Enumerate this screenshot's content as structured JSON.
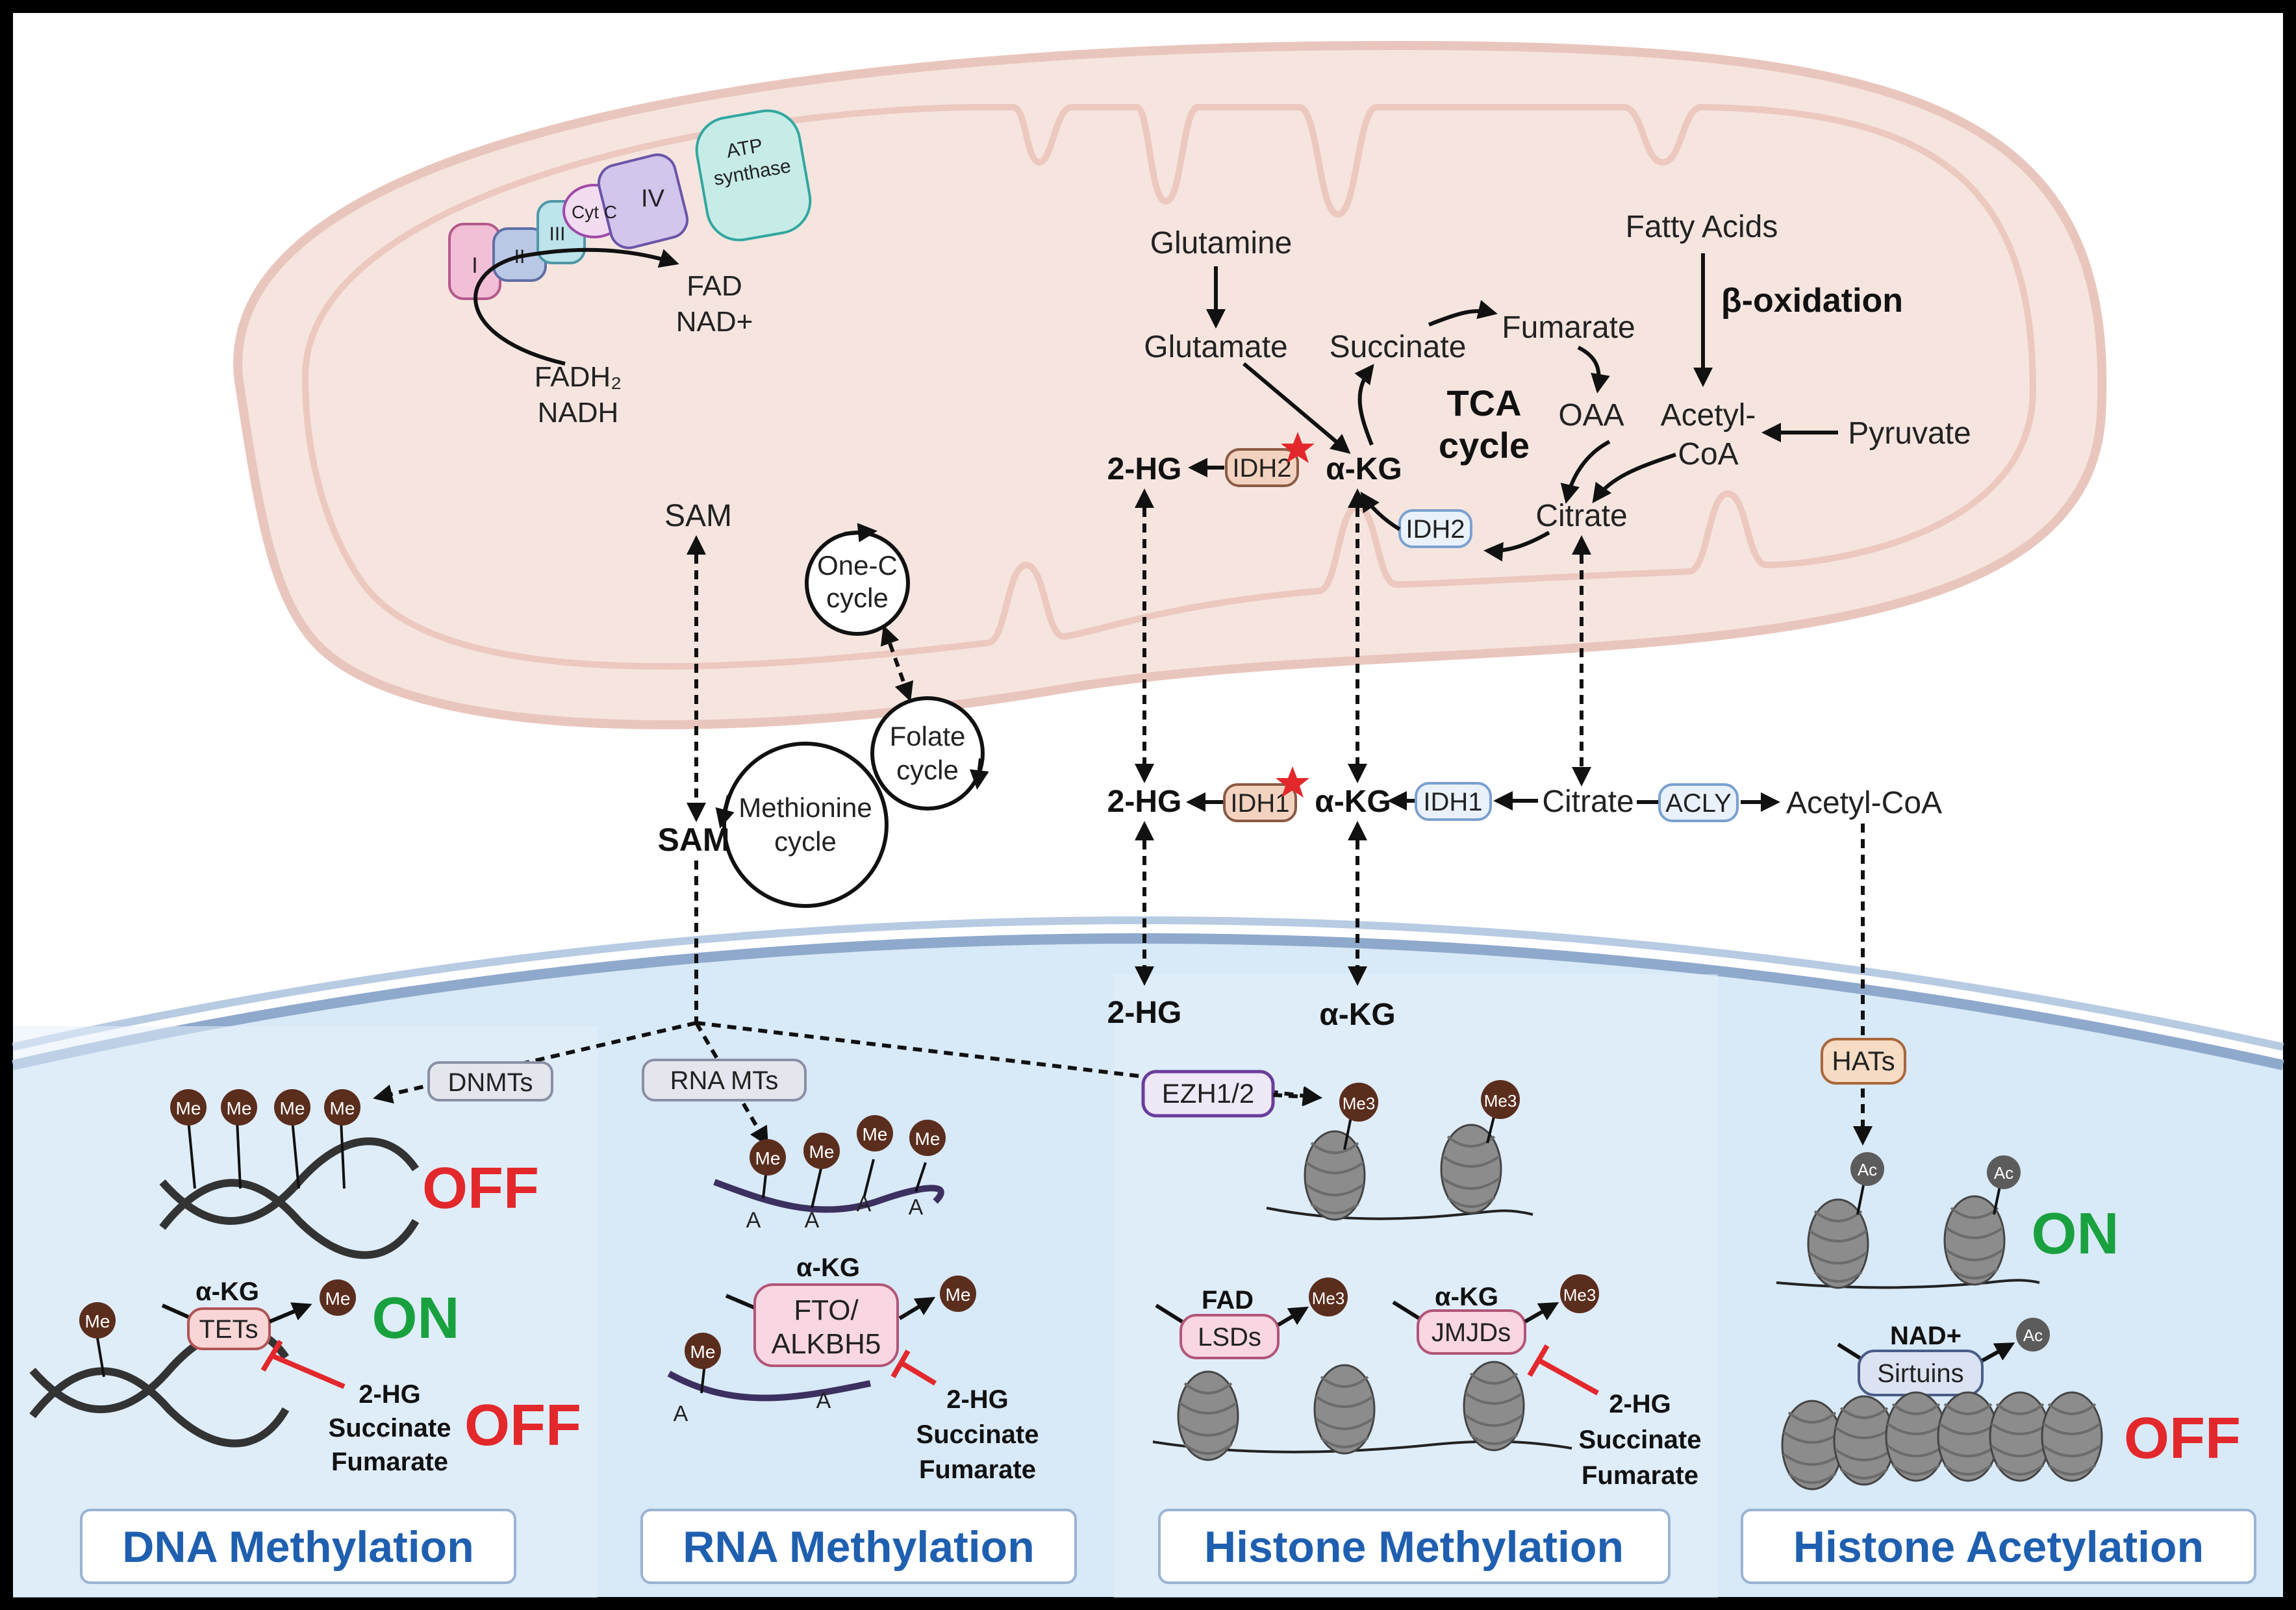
{
  "etc": {
    "complexes": [
      "I",
      "II",
      "III",
      "Cyt C",
      "IV"
    ],
    "atp": [
      "ATP",
      "synthase"
    ],
    "products": [
      "FAD",
      "NAD+"
    ],
    "substrates": [
      "FADH₂",
      "NADH"
    ]
  },
  "mito": {
    "glutamine": "Glutamine",
    "glutamate": "Glutamate",
    "succinate": "Succinate",
    "fumarate": "Fumarate",
    "fatty_acids": "Fatty Acids",
    "beta_ox": "β-oxidation",
    "tca1": "TCA",
    "tca2": "cycle",
    "oaa": "OAA",
    "acetyl1": "Acetyl-",
    "acetyl2": "CoA",
    "pyruvate": "Pyruvate",
    "two_hg": "2-HG",
    "idh2_mut": "IDH2",
    "akg": "α-KG",
    "idh2": "IDH2",
    "citrate": "Citrate",
    "sam": "SAM"
  },
  "cycles": {
    "onec1": "One-C",
    "onec2": "cycle",
    "folate1": "Folate",
    "folate2": "cycle",
    "met1": "Methionine",
    "met2": "cycle"
  },
  "cyto": {
    "sam": "SAM",
    "two_hg": "2-HG",
    "idh1_mut": "IDH1",
    "akg": "α-KG",
    "idh1": "IDH1",
    "citrate": "Citrate",
    "acly": "ACLY",
    "acetyl": "Acetyl-CoA"
  },
  "nucleus": {
    "two_hg": "2-HG",
    "akg": "α-KG"
  },
  "panels": {
    "dna": {
      "title": "DNA Methylation",
      "writer": "DNMTs",
      "off": "OFF",
      "on": "ON",
      "off2": "OFF",
      "cofactor": "α-KG",
      "eraser": "TETs",
      "inhib": [
        "2-HG",
        "Succinate",
        "Fumarate"
      ]
    },
    "rna": {
      "title": "RNA Methylation",
      "writer": "RNA MTs",
      "cofactor": "α-KG",
      "eraser": [
        "FTO/",
        "ALKBH5"
      ],
      "inhib": [
        "2-HG",
        "Succinate",
        "Fumarate"
      ]
    },
    "histone_me": {
      "title": "Histone Methylation",
      "writer": "EZH1/2",
      "fad": "FAD",
      "lsd": "LSDs",
      "cofactor": "α-KG",
      "jmjd": "JMJDs",
      "inhib": [
        "2-HG",
        "Succinate",
        "Fumarate"
      ]
    },
    "histone_ac": {
      "title": "Histone Acetylation",
      "writer": "HATs",
      "on": "ON",
      "nad": "NAD+",
      "sirtuins": "Sirtuins",
      "off": "OFF"
    }
  },
  "marks": {
    "me": "Me",
    "me3": "Me3",
    "ac": "Ac",
    "a": "A"
  },
  "colors": {
    "mito_fill": "#f6e5df",
    "mito_line": "#e9c6bd",
    "nucleus": "#d4e7f6",
    "panel_title": "#1f5fb0",
    "on": "#1aa13f",
    "off": "#e3282c",
    "mark": "#5a2d1d",
    "mutant_fill": "#f3d3c0"
  }
}
